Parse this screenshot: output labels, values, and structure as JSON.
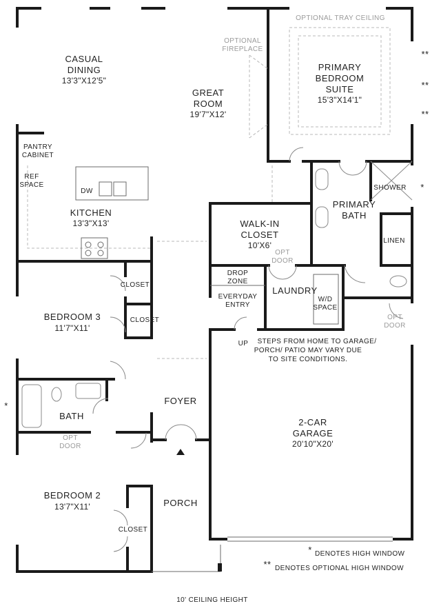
{
  "rooms": {
    "casual_dining": {
      "name_1": "CASUAL",
      "name_2": "DINING",
      "dim": "13'3\"X12'5\""
    },
    "great_room": {
      "name_1": "GREAT",
      "name_2": "ROOM",
      "dim": "19'7\"X12'"
    },
    "optional_fireplace": {
      "line_1": "OPTIONAL",
      "line_2": "FIREPLACE"
    },
    "primary_suite": {
      "tray": "OPTIONAL TRAY CEILING",
      "name_1": "PRIMARY",
      "name_2": "BEDROOM",
      "name_3": "SUITE",
      "dim": "15'3\"X14'1\""
    },
    "pantry": {
      "line_1": "PANTRY",
      "line_2": "CABINET"
    },
    "ref_space": {
      "line_1": "REF",
      "line_2": "SPACE"
    },
    "dw": "DW",
    "kitchen": {
      "name": "KITCHEN",
      "dim": "13'3\"X13'"
    },
    "shower": "SHOWER",
    "primary_bath": {
      "name_1": "PRIMARY",
      "name_2": "BATH"
    },
    "walk_in_closet": {
      "name_1": "WALK-IN",
      "name_2": "CLOSET",
      "dim": "10'X6'"
    },
    "linen": "LINEN",
    "opt_door_closet": {
      "line_1": "OPT",
      "line_2": "DOOR"
    },
    "drop_zone": {
      "line_1": "DROP",
      "line_2": "ZONE"
    },
    "laundry": "LAUNDRY",
    "wd_space": {
      "line_1": "W/D",
      "line_2": "SPACE"
    },
    "everyday_entry": {
      "line_1": "EVERYDAY",
      "line_2": "ENTRY"
    },
    "opt_door_garage": {
      "line_1": "OPT",
      "line_2": "DOOR"
    },
    "closet_b3_top": "CLOSET",
    "closet_b3_mid": "CLOSET",
    "bedroom_3": {
      "name": "BEDROOM 3",
      "dim": "11'7\"X11'"
    },
    "up": "UP",
    "steps_note": {
      "line_1": "STEPS FROM HOME TO GARAGE/",
      "line_2": "PORCH/ PATIO MAY VARY DUE",
      "line_3": "TO SITE CONDITIONS."
    },
    "foyer": "FOYER",
    "bath": "BATH",
    "opt_door_bath": {
      "line_1": "OPT",
      "line_2": "DOOR"
    },
    "garage": {
      "name_1": "2-CAR",
      "name_2": "GARAGE",
      "dim": "20'10\"X20'"
    },
    "bedroom_2": {
      "name": "BEDROOM 2",
      "dim": "13'7\"X11'"
    },
    "porch": "PORCH",
    "closet_b2": "CLOSET"
  },
  "markers": {
    "optional_high_window": "**",
    "high_window": "*"
  },
  "legend": {
    "single_mark": "*",
    "single_text": "DENOTES HIGH WINDOW",
    "double_mark": "**",
    "double_text": "DENOTES OPTIONAL HIGH WINDOW"
  },
  "footer": {
    "ceiling": "10' CEILING HEIGHT"
  }
}
